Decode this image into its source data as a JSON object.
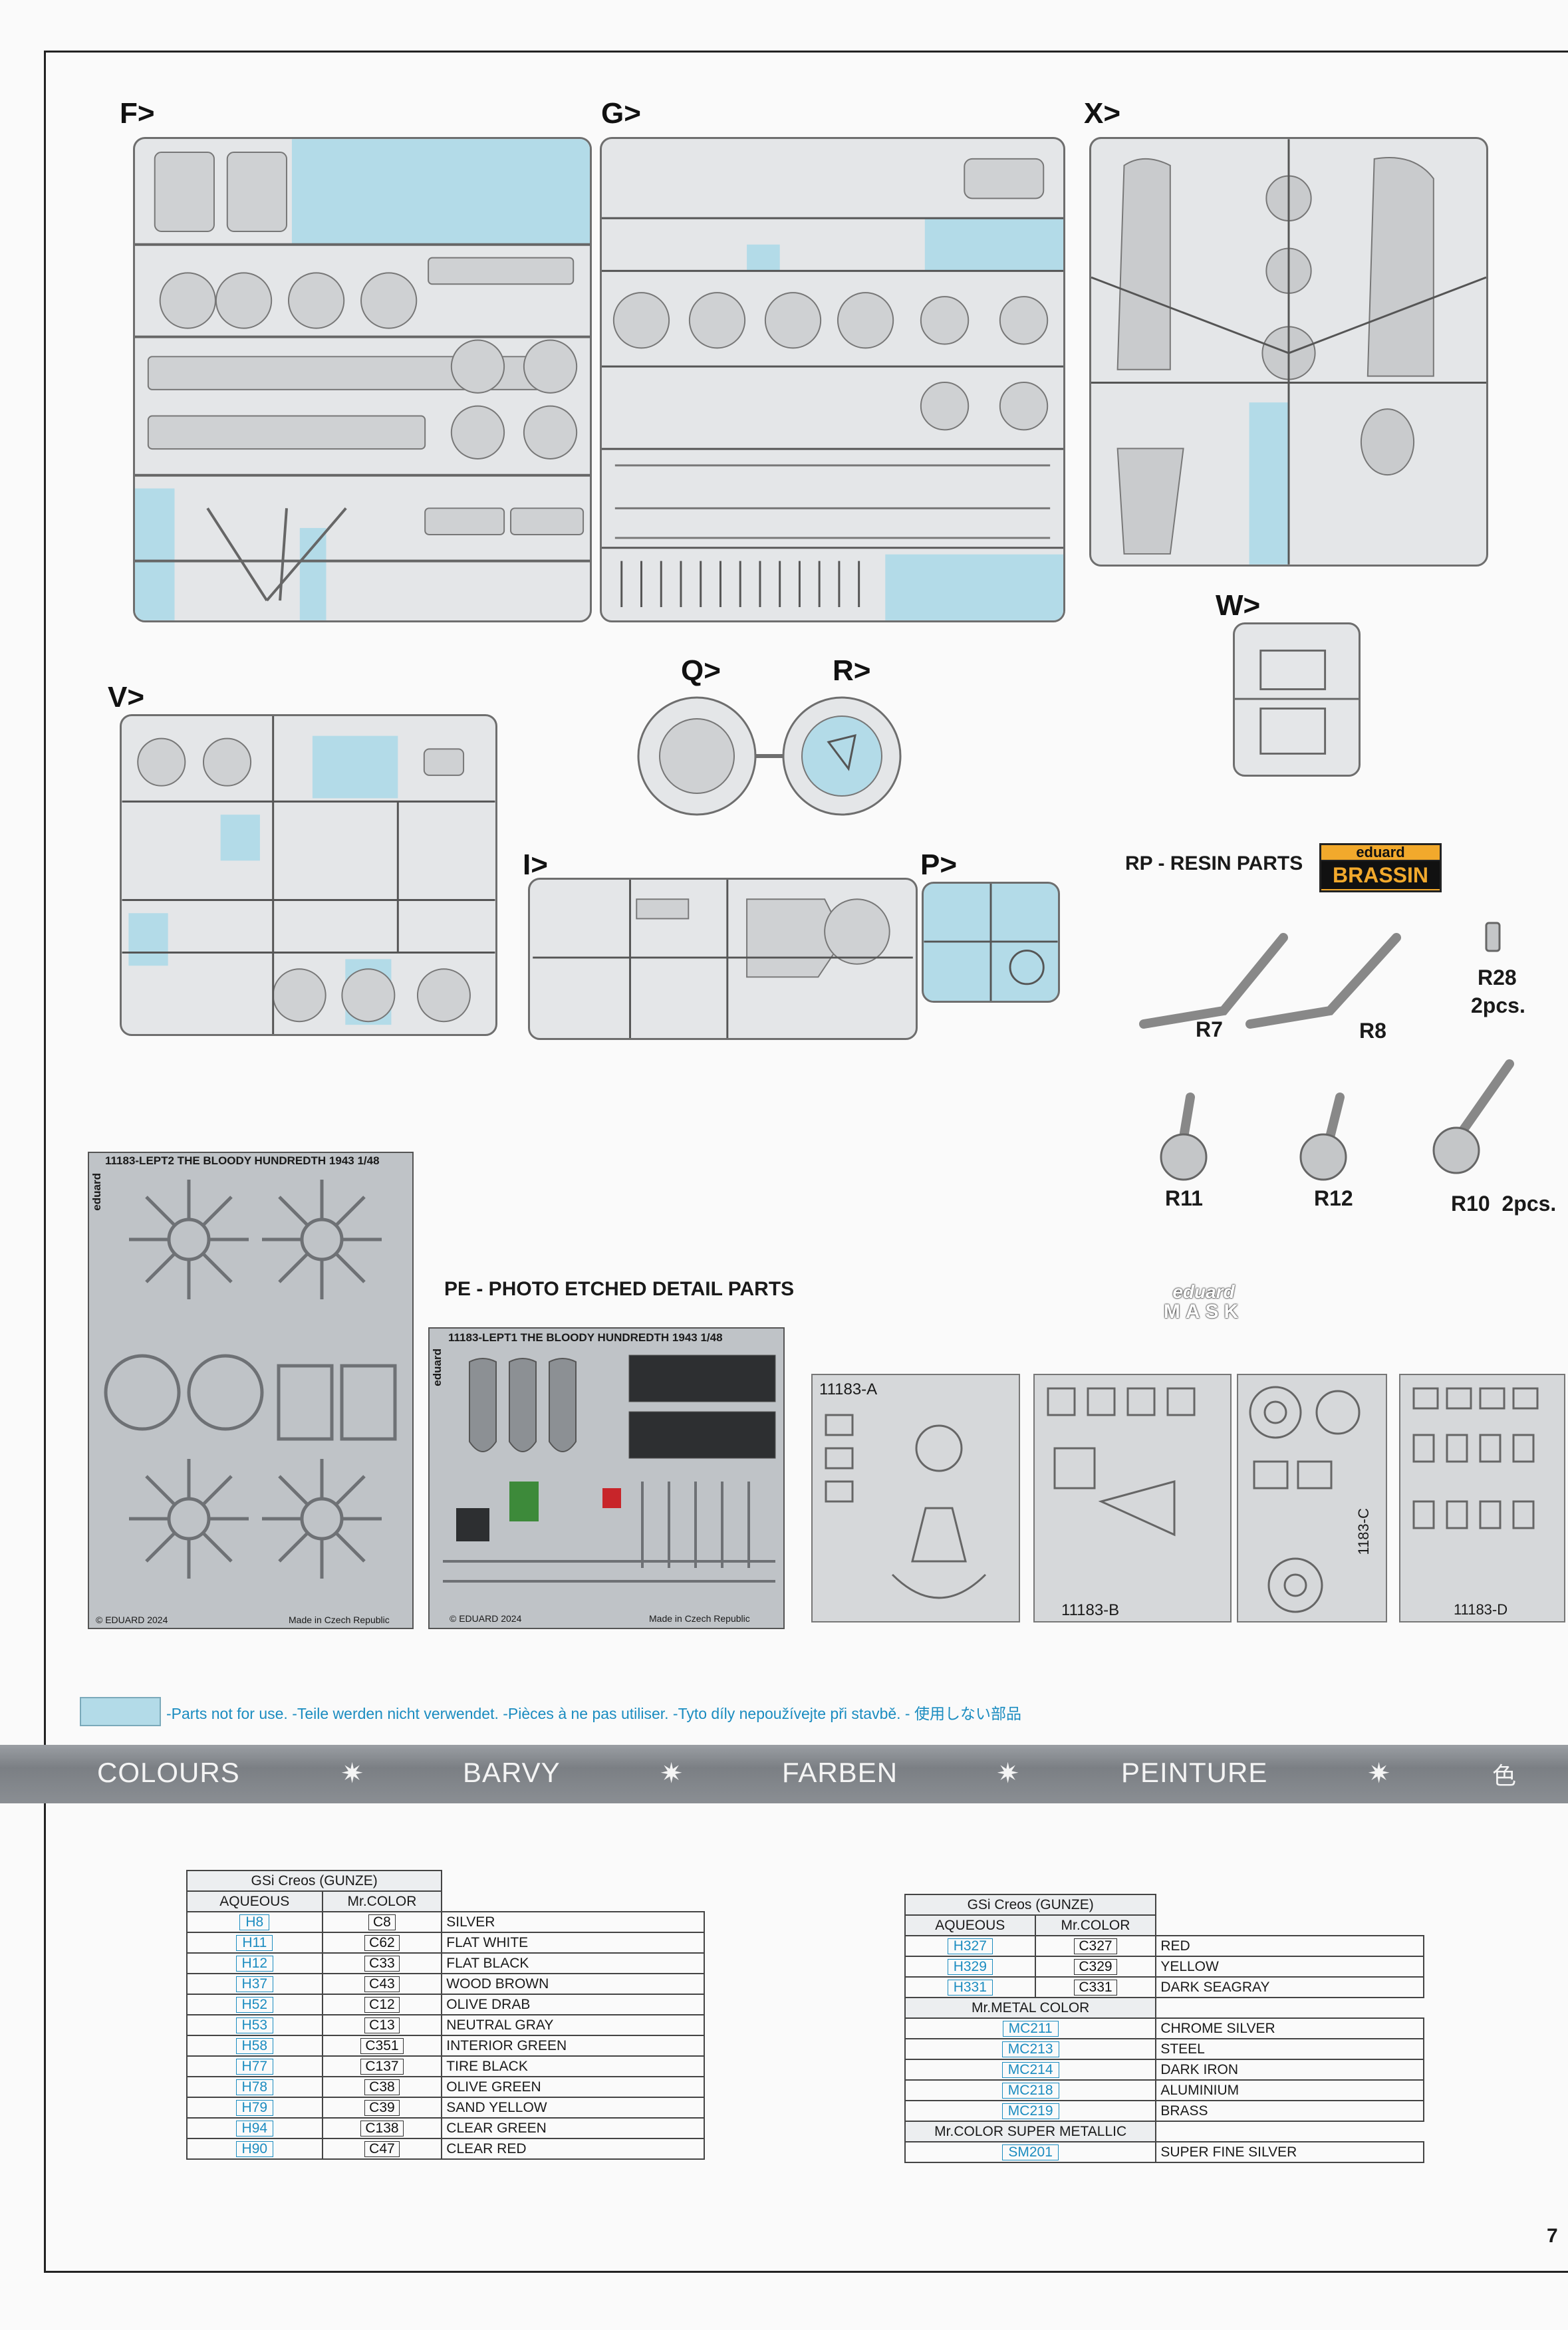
{
  "sprues": {
    "F": "F>",
    "G": "G>",
    "X": "X>",
    "W": "W>",
    "V": "V>",
    "Q": "Q>",
    "R": "R>",
    "I": "I>",
    "P": "P>"
  },
  "resin": {
    "title": "RP - RESIN PARTS",
    "brand_top": "eduard",
    "brand_bottom": "BRASSIN",
    "parts": [
      {
        "label": "R7"
      },
      {
        "label": "R8"
      },
      {
        "label": "R28"
      },
      {
        "label": "2pcs."
      },
      {
        "label": "R11"
      },
      {
        "label": "R12"
      },
      {
        "label": "R10  2pcs."
      }
    ]
  },
  "pe": {
    "title": "PE - PHOTO ETCHED DETAIL PARTS",
    "fret2_head": "11183-LEPT2  THE BLOODY HUNDREDTH 1943   1/48",
    "fret1_head": "11183-LEPT1  THE BLOODY HUNDREDTH 1943   1/48",
    "copyright": "© EDUARD 2024",
    "made_in": "Made in Czech Republic",
    "brand": "eduard"
  },
  "mask": {
    "brand_top": "eduard",
    "brand_bottom": "MASK",
    "sheets": [
      "11183-A",
      "11183-B",
      "1183-C",
      "11183-D"
    ]
  },
  "legend": "-Parts not for use. -Teile werden nicht verwendet. -Pièces à ne pas utiliser. -Tyto díly nepoužívejte při stavbě. -  使用しない部品",
  "colours_band": [
    "COLOURS",
    "BARVY",
    "FARBEN",
    "PEINTURE",
    "色"
  ],
  "star_glyph": "✷",
  "table_left": {
    "brand": "GSi Creos (GUNZE)",
    "col_aq": "AQUEOUS",
    "col_mr": "Mr.COLOR",
    "rows": [
      {
        "aq": "H8",
        "mr": "C8",
        "name": "SILVER"
      },
      {
        "aq": "H11",
        "mr": "C62",
        "name": "FLAT WHITE"
      },
      {
        "aq": "H12",
        "mr": "C33",
        "name": "FLAT BLACK"
      },
      {
        "aq": "H37",
        "mr": "C43",
        "name": "WOOD BROWN"
      },
      {
        "aq": "H52",
        "mr": "C12",
        "name": "OLIVE DRAB"
      },
      {
        "aq": "H53",
        "mr": "C13",
        "name": "NEUTRAL GRAY"
      },
      {
        "aq": "H58",
        "mr": "C351",
        "name": "INTERIOR GREEN"
      },
      {
        "aq": "H77",
        "mr": "C137",
        "name": "TIRE BLACK"
      },
      {
        "aq": "H78",
        "mr": "C38",
        "name": "OLIVE GREEN"
      },
      {
        "aq": "H79",
        "mr": "C39",
        "name": "SAND YELLOW"
      },
      {
        "aq": "H94",
        "mr": "C138",
        "name": "CLEAR GREEN"
      },
      {
        "aq": "H90",
        "mr": "C47",
        "name": "CLEAR RED"
      }
    ]
  },
  "table_right": {
    "brand": "GSi Creos (GUNZE)",
    "col_aq": "AQUEOUS",
    "col_mr": "Mr.COLOR",
    "rows": [
      {
        "aq": "H327",
        "mr": "C327",
        "name": "RED"
      },
      {
        "aq": "H329",
        "mr": "C329",
        "name": "YELLOW"
      },
      {
        "aq": "H331",
        "mr": "C331",
        "name": "DARK SEAGRAY"
      }
    ],
    "metal_head": "Mr.METAL COLOR",
    "metal_rows": [
      {
        "code": "MC211",
        "name": "CHROME SILVER"
      },
      {
        "code": "MC213",
        "name": "STEEL"
      },
      {
        "code": "MC214",
        "name": "DARK IRON"
      },
      {
        "code": "MC218",
        "name": "ALUMINIUM"
      },
      {
        "code": "MC219",
        "name": "BRASS"
      }
    ],
    "super_head": "Mr.COLOR SUPER METALLIC",
    "super_rows": [
      {
        "code": "SM201",
        "name": "SUPER FINE SILVER"
      }
    ]
  },
  "page_number": "7",
  "colors": {
    "not_for_use": "#b3dbe8",
    "aqueous_code": "#1b8cc0",
    "band": "#8a8e93"
  }
}
